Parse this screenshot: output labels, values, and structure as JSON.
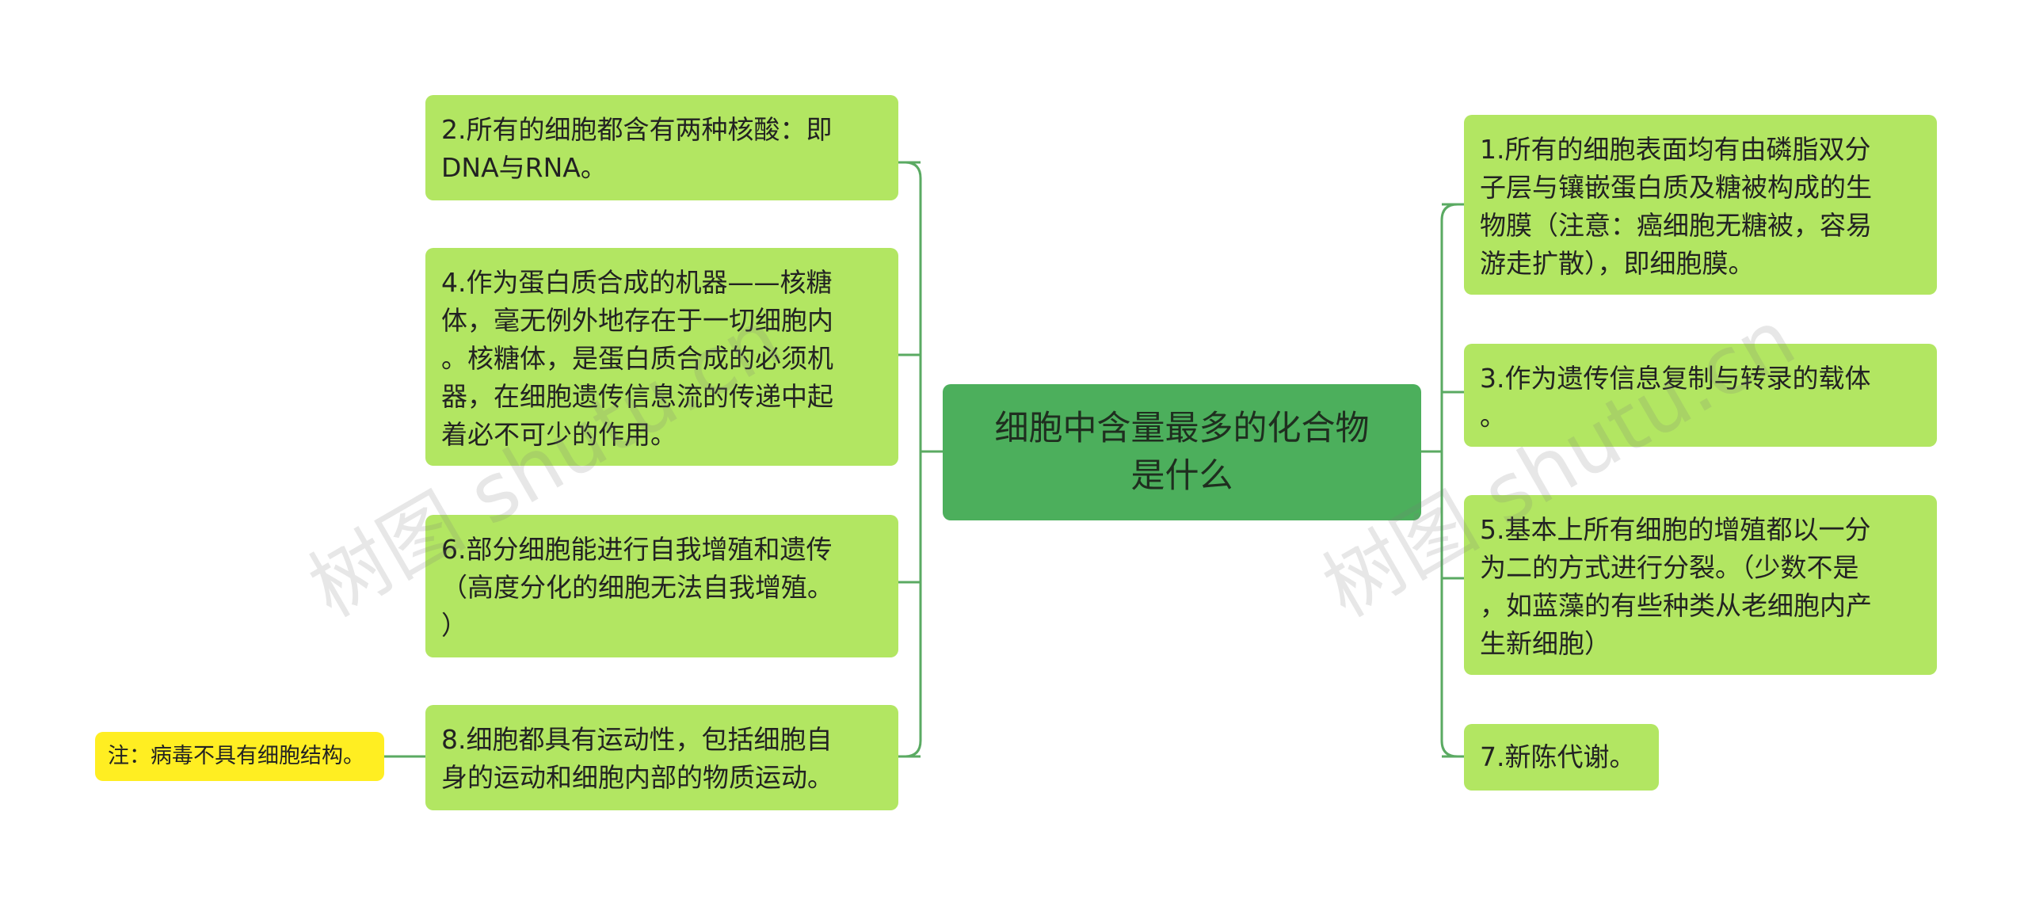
{
  "root": {
    "text": "细胞中含量最多的化合物\n是什么"
  },
  "left_nodes": [
    {
      "text": "2.所有的细胞都含有两种核酸：即\nDNA与RNA。"
    },
    {
      "text": "4.作为蛋白质合成的机器——核糖\n体，毫无例外地存在于一切细胞内\n。核糖体，是蛋白质合成的必须机\n器，在细胞遗传信息流的传递中起\n着必不可少的作用。"
    },
    {
      "text": "6.部分细胞能进行自我增殖和遗传\n（高度分化的细胞无法自我增殖。\n）"
    },
    {
      "text": "8.细胞都具有运动性，包括细胞自\n身的运动和细胞内部的物质运动。"
    }
  ],
  "right_nodes": [
    {
      "text": "1.所有的细胞表面均有由磷脂双分\n子层与镶嵌蛋白质及糖被构成的生\n物膜（注意：癌细胞无糖被，容易\n游走扩散），即细胞膜。"
    },
    {
      "text": "3.作为遗传信息复制与转录的载体\n。"
    },
    {
      "text": "5.基本上所有细胞的增殖都以一分\n为二的方式进行分裂。（少数不是\n，如蓝藻的有些种类从老细胞内产\n生新细胞）"
    },
    {
      "text": "7.新陈代谢。"
    }
  ],
  "note": {
    "text": "注：病毒不具有细胞结构。"
  },
  "watermarks": [
    "树图 shutu.cn",
    "树图 shutu.cn"
  ],
  "colors": {
    "root_fill": "#4caf5c",
    "node_fill": "#b2e662",
    "note_fill": "#ffee22",
    "connector": "#5aaa62"
  }
}
